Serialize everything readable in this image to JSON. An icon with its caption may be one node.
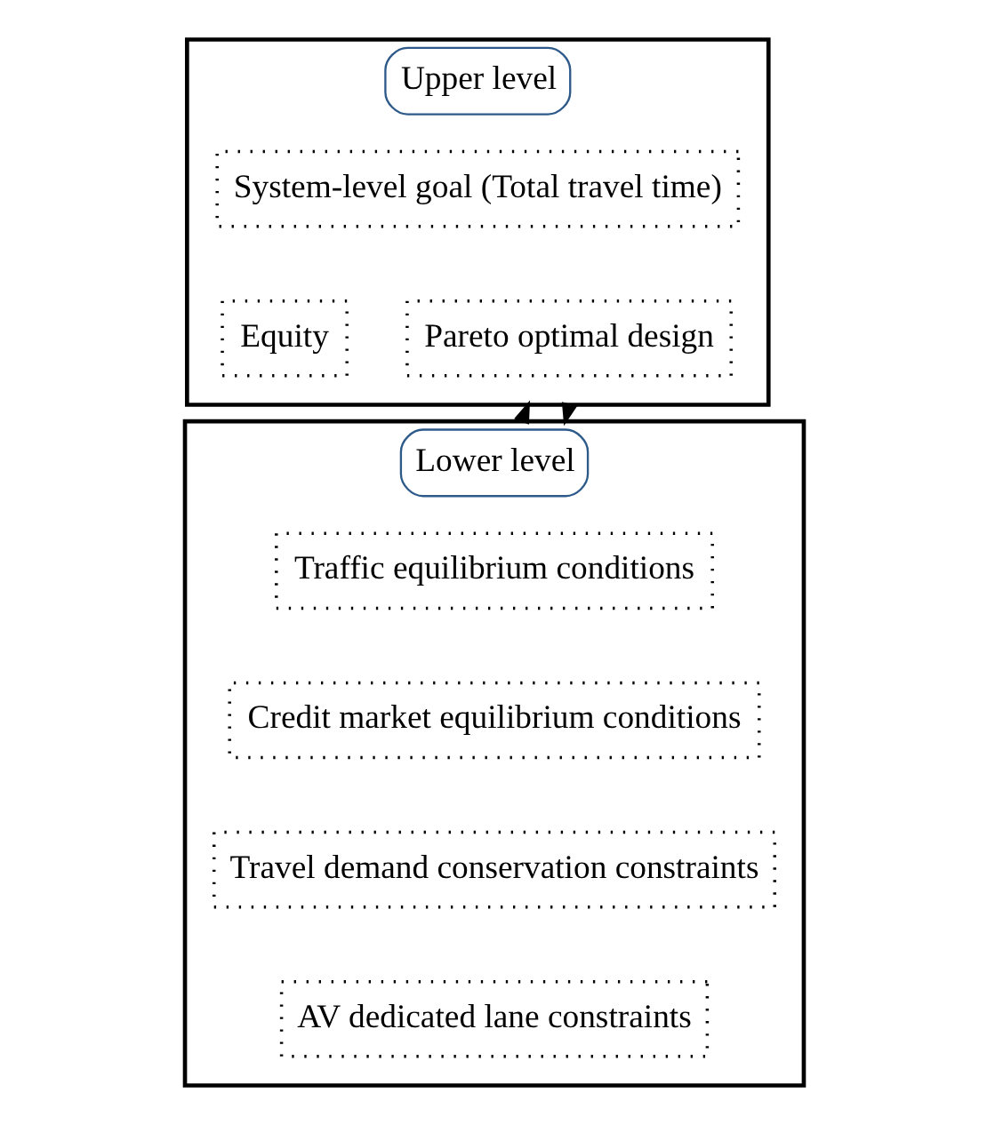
{
  "diagram": {
    "nodes": [
      {
        "text": [
          "Upper level"
        ]
      },
      {
        "text": [
          "System-level goal (Total travel time)"
        ],
        "in": 0
      },
      {
        "text": [
          "Equity"
        ],
        "in": 0
      },
      {
        "text": [
          "Pareto optimal design"
        ],
        "in": 0
      },
      {
        "text": [
          "Lower level"
        ]
      },
      {
        "text": [
          "Traffic equilibrium conditions"
        ],
        "in": 4
      },
      {
        "text": [
          "Credit market equilibrium conditions"
        ],
        "in": 4
      },
      {
        "text": [
          "Travel demand conservation constraints"
        ],
        "in": 4
      },
      {
        "text": [
          "AV dedicated lane constraints"
        ],
        "in": 4
      }
    ],
    "edges": [
      {
        "from": 0,
        "to": 4,
        "arrow": "to"
      },
      {
        "from": 4,
        "to": 0,
        "arrow": "to"
      }
    ]
  }
}
